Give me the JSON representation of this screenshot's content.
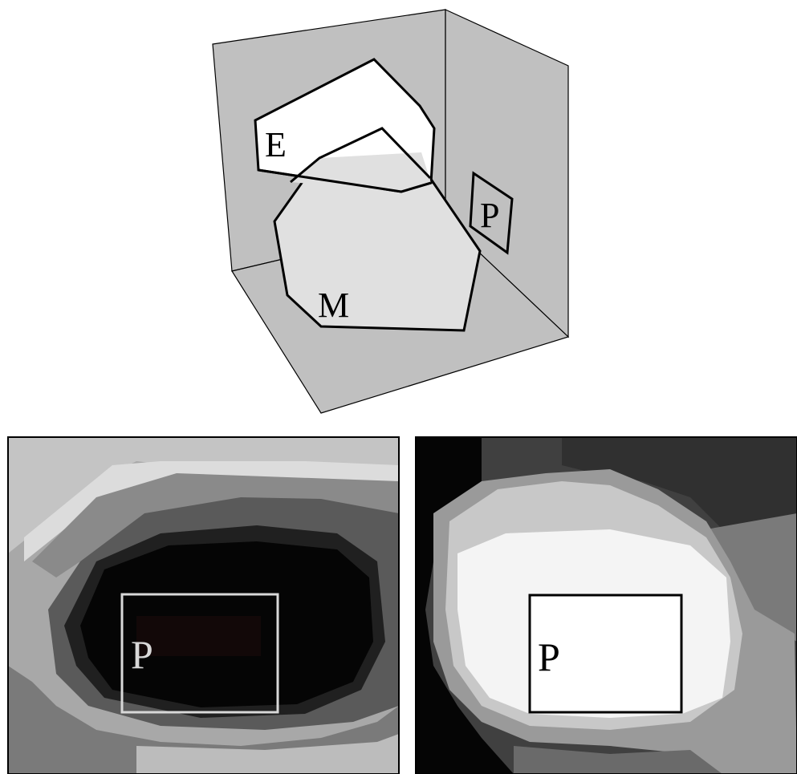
{
  "diagram": {
    "labels": {
      "e": "E",
      "m": "M",
      "p": "P"
    },
    "colors": {
      "wall": "#c0c0c0",
      "region_e": "#ffffff",
      "region_m": "#e0e0e0",
      "outline": "#000000"
    }
  },
  "panels": {
    "left": {
      "label": "P",
      "frame_color": "#d8d8d8",
      "label_color": "#d8d8d8"
    },
    "right": {
      "label": "P",
      "frame_color": "#000000",
      "label_color": "#000000"
    }
  }
}
